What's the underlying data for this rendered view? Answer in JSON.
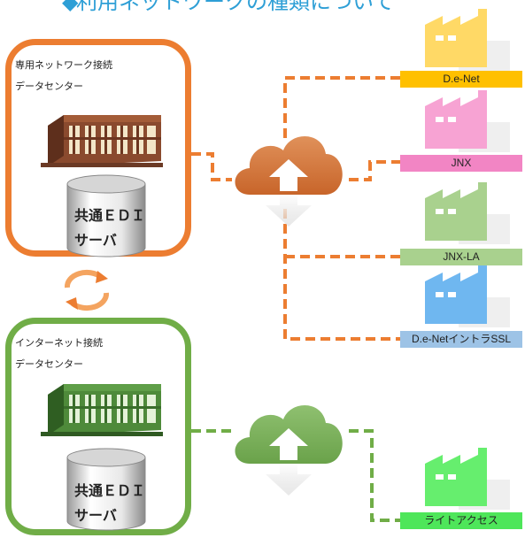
{
  "title": {
    "bullet": "◆",
    "text": "利用ネットワークの種類について"
  },
  "dedicated": {
    "label_line1": "専用ネットワーク接続",
    "label_line2": "データセンター",
    "server_line1": "共通ＥＤＩ",
    "server_line2": "サーバ",
    "color": "#ec7d31"
  },
  "internet": {
    "label_line1": "インターネット接続",
    "label_line2": "データセンター",
    "server_line1": "共通ＥＤＩ",
    "server_line2": "サーバ",
    "color": "#70ad47"
  },
  "services": [
    {
      "name": "D.e-Net",
      "color": "#ffc000",
      "factory_color": "#ffd966",
      "icon": "factory-icon"
    },
    {
      "name": "JNX",
      "color": "#f285c4",
      "factory_color": "#f7a3d3",
      "icon": "factory-icon"
    },
    {
      "name": "JNX-LA",
      "color": "#a9d18e",
      "factory_color": "#a9d18e",
      "icon": "factory-icon"
    },
    {
      "name": "D.e-NetイントラSSL",
      "color": "#9dc3e6",
      "factory_color": "#6fb7f0",
      "icon": "factory-icon"
    },
    {
      "name": "ライトアクセス",
      "color": "#4ee65a",
      "factory_color": "#66ee6e",
      "icon": "factory-icon"
    }
  ],
  "icons": {
    "cloud_orange": "cloud-upload-icon",
    "cloud_green": "cloud-upload-icon",
    "sync": "sync-arrows-icon",
    "building": "building-icon",
    "database": "database-icon"
  }
}
